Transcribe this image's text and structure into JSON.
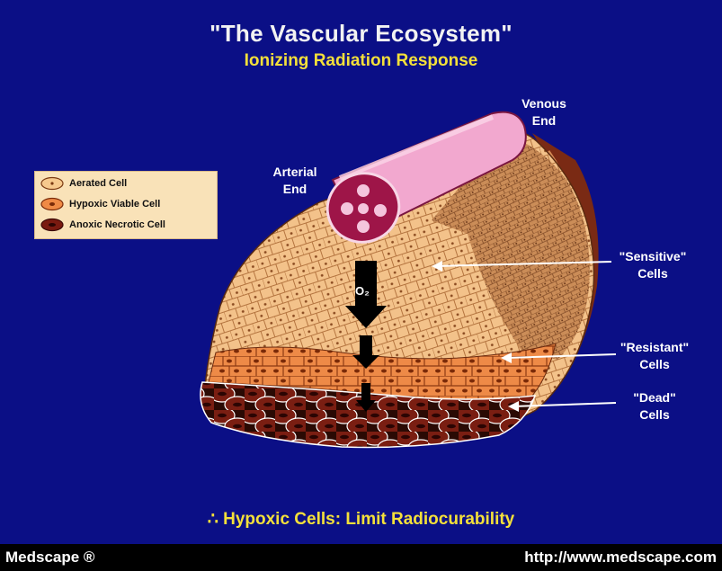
{
  "title": "\"The Vascular Ecosystem\"",
  "subtitle": "Ionizing Radiation Response",
  "conclusion": "∴ Hypoxic Cells: Limit Radiocurability",
  "labels": {
    "venous_end": [
      "Venous",
      "End"
    ],
    "arterial_end": [
      "Arterial",
      "End"
    ],
    "sensitive": [
      "\"Sensitive\"",
      "Cells"
    ],
    "resistant": [
      "\"Resistant\"",
      "Cells"
    ],
    "dead": [
      "\"Dead\"",
      "Cells"
    ],
    "oxygen": "O₂"
  },
  "legend": [
    {
      "label": "Aerated Cell",
      "color": "#f6c98d"
    },
    {
      "label": "Hypoxic Viable Cell",
      "color": "#f08a45"
    },
    {
      "label": "Anoxic Necrotic Cell",
      "color": "#7a1a10"
    }
  ],
  "footer": {
    "left": "Medscape ®",
    "right": "http://www.medscape.com"
  }
}
